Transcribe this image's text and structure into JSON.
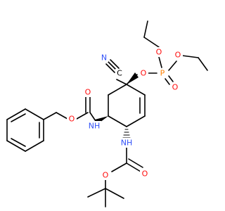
{
  "molecule": {
    "colors": {
      "bond": "#000000",
      "oxygen": "#ff0d0d",
      "nitrogen": "#3050f8",
      "phosphorus": "#ff8000",
      "carbon": "#000000"
    },
    "atom_labels": {
      "cyano_c": "C",
      "cyano_n": "N",
      "ester_o": "O",
      "phosphorus": "P",
      "p_oxo": "O",
      "p_oet_left": "O",
      "p_oet_right": "O",
      "nh_top": "NH",
      "cbz_carbonyl_o": "O",
      "cbz_ester_o": "O",
      "nh_bottom": "NH",
      "boc_carbonyl_o": "O",
      "boc_ester_o": "O"
    }
  }
}
